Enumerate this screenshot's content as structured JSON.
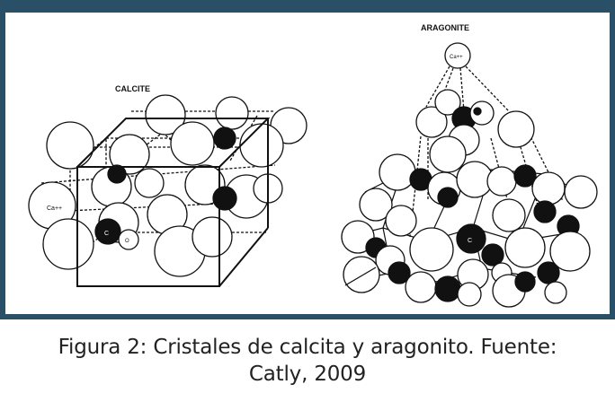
{
  "figure": {
    "labels": {
      "calcite": "CALCITE",
      "aragonite": "ARAGONITE",
      "calcium_ion": "Ca++",
      "carbon": "C",
      "oxygen": "O"
    }
  },
  "caption": {
    "line1": "Figura 2: Cristales de calcita y aragonito. Fuente:",
    "line2": "Catly, 2009"
  },
  "colors": {
    "border": "#2a5068",
    "panel": "#ffffff",
    "atom_stroke": "#111111",
    "carbon_fill": "#111111"
  }
}
